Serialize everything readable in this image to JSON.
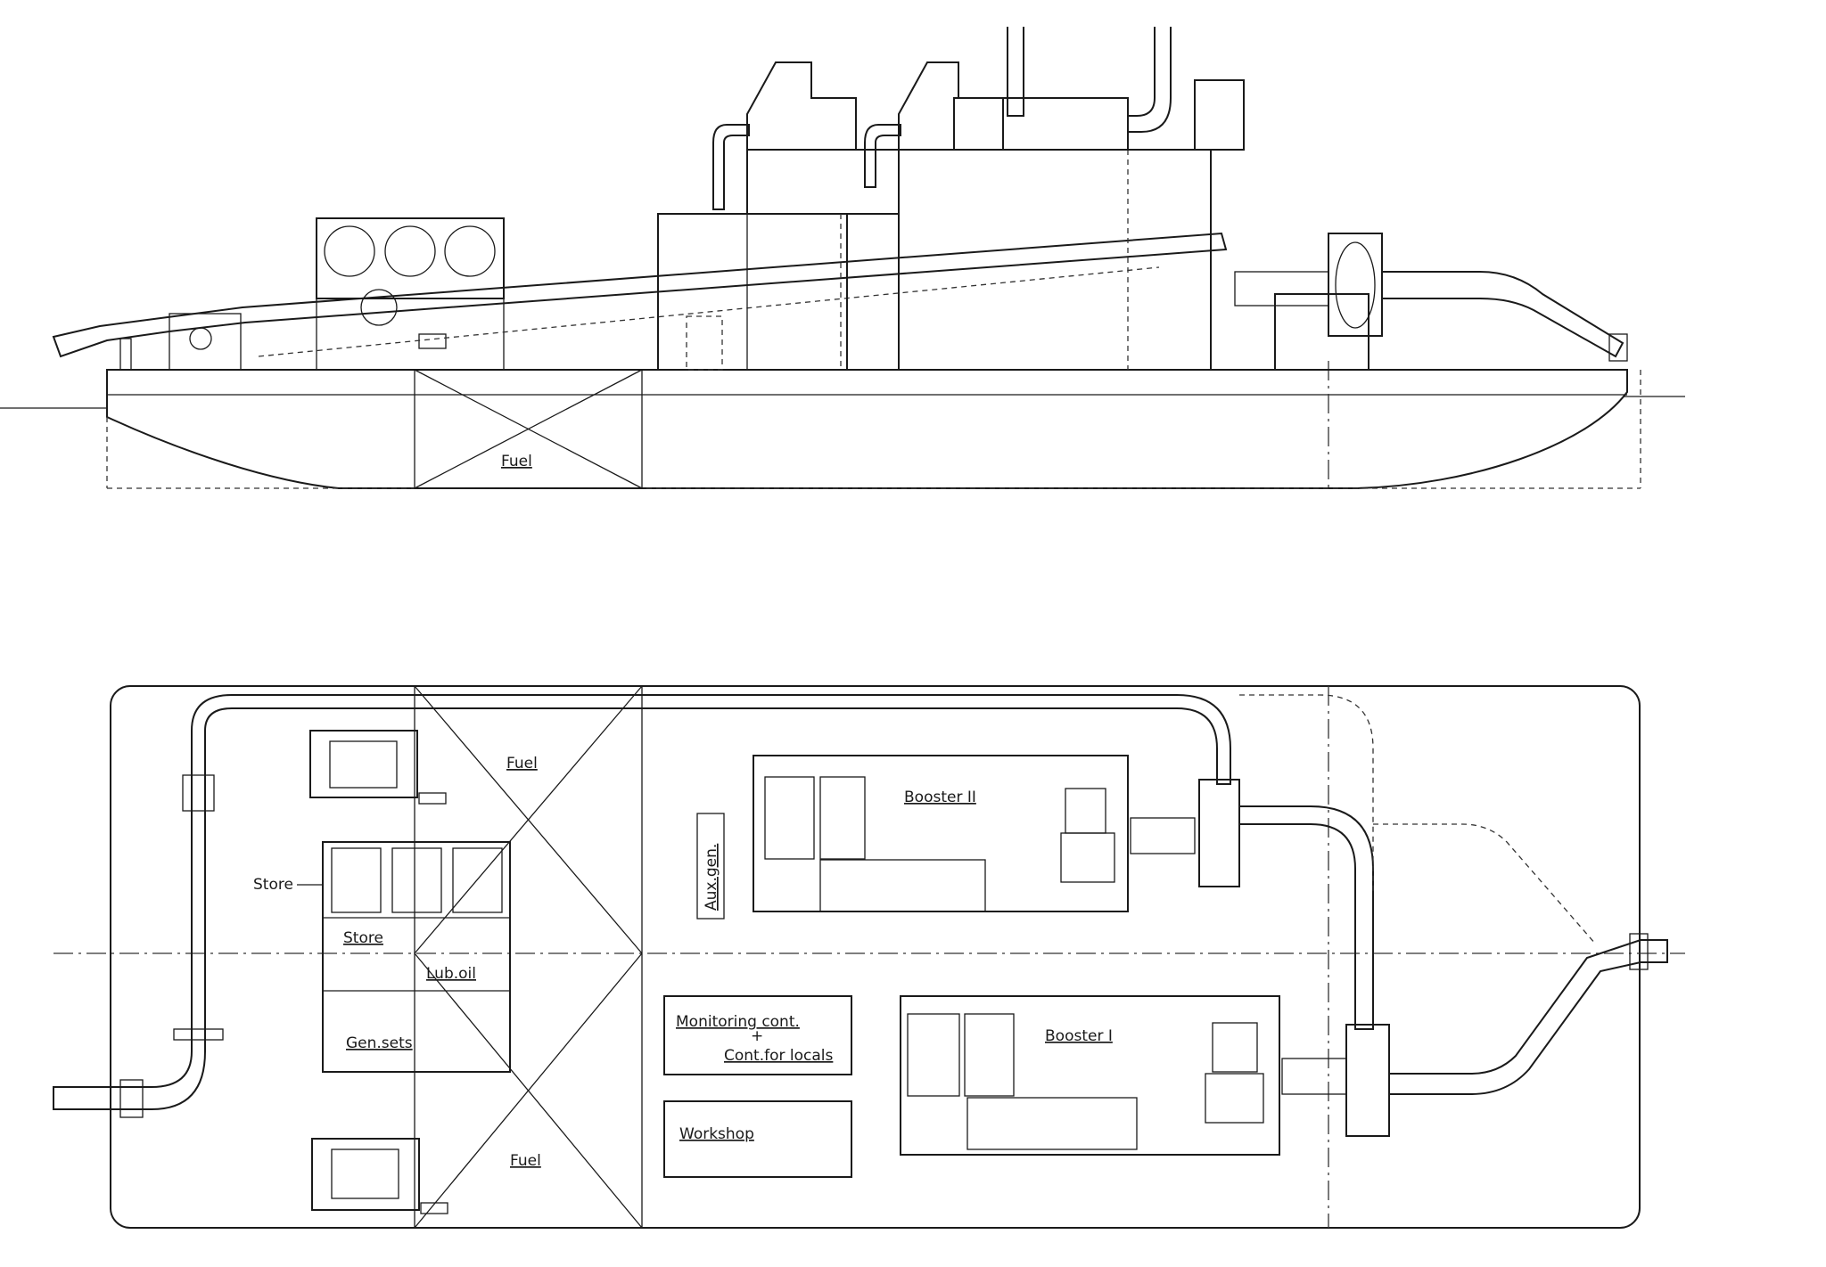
{
  "side_view": {
    "fuel_label": "Fuel"
  },
  "plan_view": {
    "fuel_label_top": "Fuel",
    "fuel_label_bottom": "Fuel",
    "store_label_upper": "Store",
    "store_label_lower": "Store",
    "lub_oil_label": "Lub.oil",
    "gen_sets_label": "Gen.sets",
    "aux_gen_label": "Aux.gen.",
    "booster_2_label": "Booster II",
    "booster_1_label": "Booster I",
    "monitoring_label": "Monitoring cont.",
    "plus_label": "+",
    "cont_locals_label": "Cont.for locals",
    "workshop_label": "Workshop"
  }
}
